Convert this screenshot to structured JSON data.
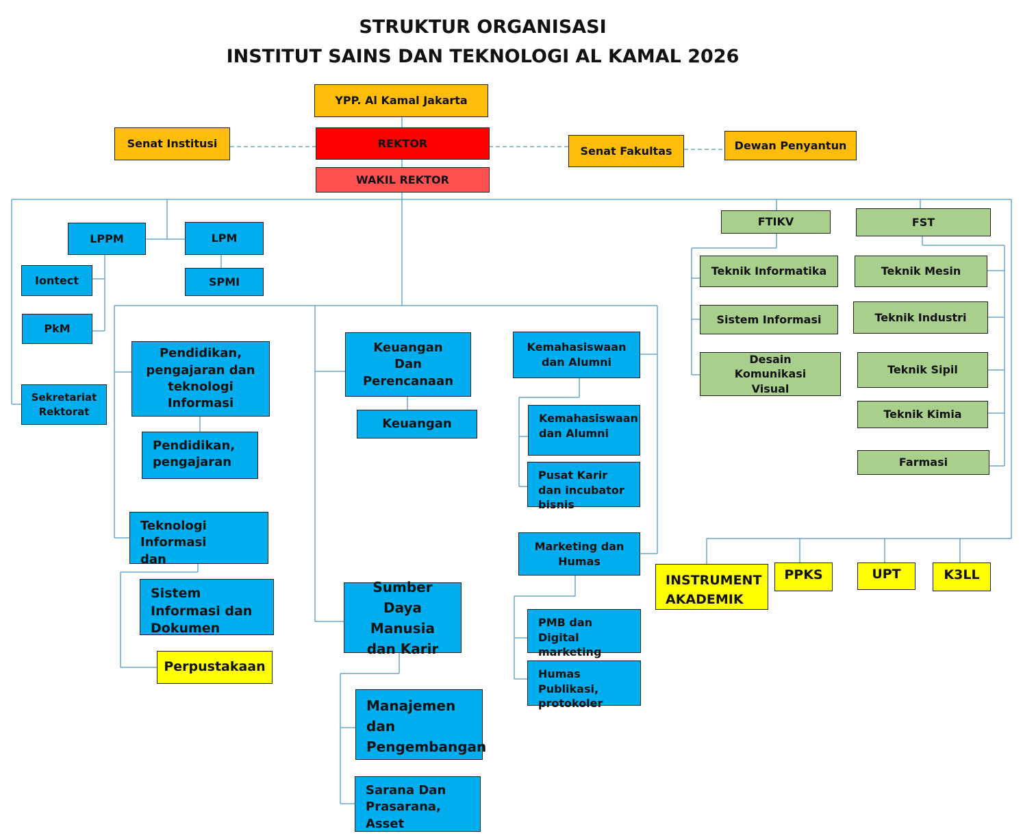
{
  "title": {
    "line1": "STRUKTUR ORGANISASI",
    "line2": "INSTITUT SAINS DAN TEKNOLOGI AL KAMAL 2026"
  },
  "top": {
    "ypp": "YPP. Al Kamal Jakarta",
    "rektor": "REKTOR",
    "wakil_rektor": "WAKIL REKTOR",
    "senat_institusi": "Senat Institusi",
    "senat_fakultas": "Senat Fakultas",
    "dewan_penyantun": "Dewan Penyantun"
  },
  "left": {
    "lppm": "LPPM",
    "lpm": "LPM",
    "iontect": "Iontect",
    "pkm": "PkM",
    "spmi": "SPMI",
    "sekretariat": "Sekretariat Rektorat"
  },
  "branch1": {
    "pendidikan_tik": "Pendidikan, pengajaran dan teknologi Informasi",
    "pendidikan": "Pendidikan, pengajaran",
    "teknologi": "Teknologi Informasi dan",
    "sistem_informasi": "Sistem Informasi dan Dokumen",
    "perpustakaan": "Perpustakaan"
  },
  "branch2": {
    "keuangan_perencanaan": "Keuangan Dan Perencanaan",
    "keuangan": "Keuangan",
    "sdm": "Sumber Daya Manusia dan Karir",
    "manajemen": "Manajemen dan Pengembangan",
    "sarana": "Sarana Dan Prasarana, Asset"
  },
  "branch3": {
    "kemahasiswaan_head": "Kemahasiswaan dan Alumni",
    "kemahasiswaan": "Kemahasiswaan dan Alumni",
    "pusat_karir": "Pusat Karir dan incubator bisnis",
    "marketing": "Marketing dan Humas",
    "pmb": "PMB dan Digital marketing",
    "humas": "Humas Publikasi, protokoler"
  },
  "faculties": {
    "ftikv": {
      "name": "FTIKV",
      "programs": [
        "Teknik Informatika",
        "Sistem Informasi",
        "Desain Komunikasi Visual"
      ]
    },
    "fst": {
      "name": "FST",
      "programs": [
        "Teknik Mesin",
        "Teknik Industri",
        "Teknik Sipil",
        "Teknik Kimia",
        "Farmasi"
      ]
    }
  },
  "units": {
    "instrument": "INSTRUMENT AKADEMIK",
    "ppks": "PPKS",
    "upt": "UPT",
    "k3ll": "K3LL"
  },
  "colors": {
    "orange": "#fdbd0a",
    "red": "#ff0000",
    "light_red": "#ff5250",
    "blue": "#00adee",
    "green": "#a8d08c",
    "yellow": "#ffff00",
    "connector": "#6aa6cc"
  }
}
